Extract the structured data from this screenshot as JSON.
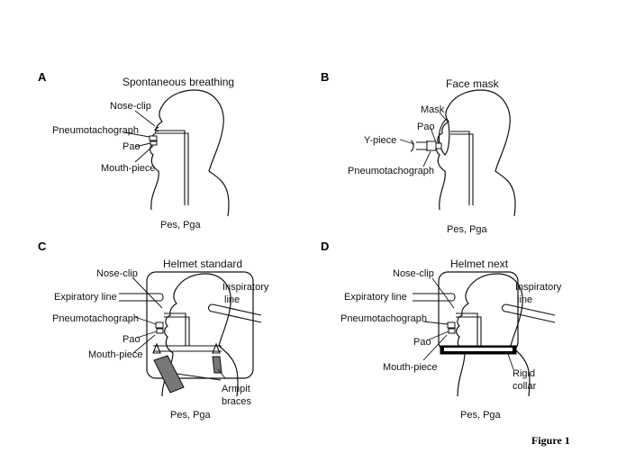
{
  "figure_label": "Figure 1",
  "panels": {
    "A": {
      "letter": "A",
      "title": "Spontaneous breathing",
      "labels": {
        "nose_clip": "Nose-clip",
        "pneumotachograph": "Pneumotachograph",
        "pao": "Pao",
        "mouth_piece": "Mouth-piece"
      },
      "bottom": "Pes, Pga"
    },
    "B": {
      "letter": "B",
      "title": "Face mask",
      "labels": {
        "mask": "Mask",
        "pao": "Pao",
        "y_piece": "Y-piece",
        "pneumotachograph": "Pneumotachograph"
      },
      "bottom": "Pes, Pga"
    },
    "C": {
      "letter": "C",
      "title": "Helmet standard",
      "labels": {
        "nose_clip": "Nose-clip",
        "expiratory_line": "Expiratory line",
        "inspiratory_line_1": "Inspiratory",
        "inspiratory_line_2": "line",
        "pneumotachograph": "Pneumotachograph",
        "pao": "Pao",
        "mouth_piece": "Mouth-piece",
        "armpit_1": "Armpit",
        "armpit_2": "braces"
      },
      "bottom": "Pes, Pga"
    },
    "D": {
      "letter": "D",
      "title": "Helmet next",
      "labels": {
        "nose_clip": "Nose-clip",
        "expiratory_line": "Expiratory line",
        "inspiratory_line_1": "Inspiratory",
        "inspiratory_line_2": "line",
        "pneumotachograph": "Pneumotachograph",
        "pao": "Pao",
        "mouth_piece": "Mouth-piece",
        "rigid_1": "Rigid",
        "rigid_2": "collar"
      },
      "bottom": "Pes, Pga"
    }
  }
}
